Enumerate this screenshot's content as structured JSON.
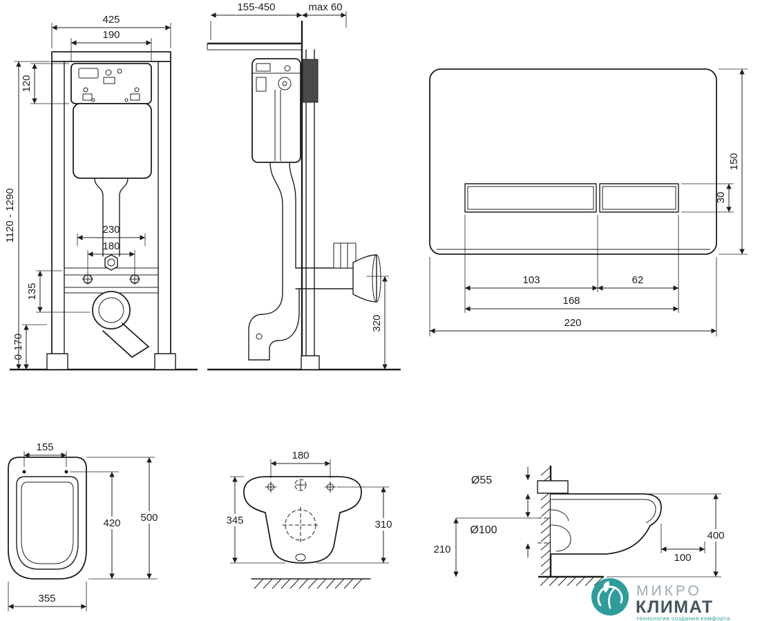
{
  "colors": {
    "line": "#1d1d1b",
    "brand_teal": "#2f9c9c",
    "brand_gray": "#9dabb0",
    "brand_dark": "#44565c"
  },
  "frame_front": {
    "width_total": "425",
    "width_inner": "190",
    "cistern_panel_height": "120",
    "height_range": "1120 - 1290",
    "bolt_span_outer": "230",
    "bolt_span_inner": "180",
    "drain_offset": "135",
    "leg_adjustment": "0-170"
  },
  "frame_side": {
    "depth_range": "155-450",
    "wall_max": "max 60",
    "outlet_height": "320"
  },
  "flush_plate": {
    "height": "150",
    "button_height": "30",
    "large_button_width": "103",
    "small_button_width": "62",
    "buttons_span": "168",
    "width": "220"
  },
  "bowl_front": {
    "hole_span": "155",
    "rim_height": "420",
    "total_height": "500",
    "width": "355"
  },
  "bowl_back": {
    "bolt_span": "180",
    "length": "345",
    "inner_length": "310"
  },
  "bowl_side": {
    "inlet_diameter": "Ø55",
    "outlet_diameter": "Ø100",
    "outlet_height": "210",
    "total_height": "400",
    "bottom_depth": "100"
  },
  "logo": {
    "brand_top": "МИКРО",
    "brand_bottom": "КЛИМАТ",
    "tagline": "технологии создания комфорта"
  }
}
